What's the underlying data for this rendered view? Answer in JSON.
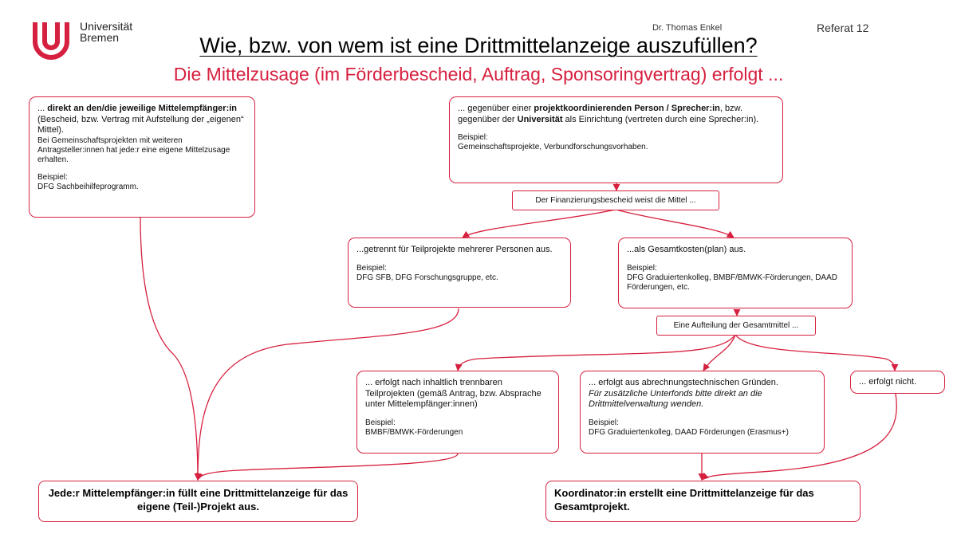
{
  "header": {
    "logo_line1": "Universität",
    "logo_line2": "Bremen",
    "author": "Dr. Thomas Enkel",
    "slide_label": "Referat 12",
    "title": "Wie, bzw. von wem ist eine Drittmittelanzeige auszufüllen?",
    "subtitle": "Die Mittelzusage (im Förderbescheid, Auftrag, Sponsoringvertrag) erfolgt ..."
  },
  "colors": {
    "accent": "#d6203f"
  },
  "boxes": {
    "direct": {
      "prefix": "... ",
      "bold": "direkt an den/die jeweilige Mittelempfänger:in",
      "rest": " (Bescheid, bzw. Vertrag mit Aufstellung der „eigenen“ Mittel).",
      "note": "Bei Gemeinschaftsprojekten mit weiteren Antragsteller:innen hat jede:r eine eigene Mittelzusage erhalten.",
      "example_label": "Beispiel:",
      "example": "DFG Sachbeihilfeprogramm."
    },
    "coord": {
      "part1": "... gegenüber einer ",
      "bold1": "projektkoordinierenden Person / Sprecher:in",
      "part2": ", bzw. gegenüber der ",
      "bold2": "Universität",
      "part3": " als Einrichtung (vertreten durch eine Sprecher:in).",
      "example_label": "Beispiel:",
      "example": "Gemeinschaftsprojekte, Verbundforschungsvorhaben."
    },
    "financing_label": "Der Finanzierungsbescheid weist die Mittel ...",
    "separate": {
      "text": "...getrennt für Teilprojekte mehrerer Personen aus.",
      "example_label": "Beispiel:",
      "example": "DFG SFB, DFG Forschungsgruppe, etc."
    },
    "total": {
      "text": "...als Gesamtkosten(plan) aus.",
      "example_label": "Beispiel:",
      "example": "DFG Graduiertenkolleg, BMBF/BMWK-Förderungen, DAAD Förderungen, etc."
    },
    "split_label": "Eine Aufteilung der Gesamtmittel ...",
    "content": {
      "text": "... erfolgt nach inhaltlich trennbaren Teilprojekten (gemäß Antrag, bzw. Absprache unter Mittelempfänger:innen)",
      "example_label": "Beispiel:",
      "example": "BMBF/BMWK-Förderungen"
    },
    "technical": {
      "text": "... erfolgt aus abrechnungstechnischen Gründen.",
      "italic": "Für zusätzliche Unterfonds bitte direkt an die Drittmittelverwaltung wenden.",
      "example_label": "Beispiel:",
      "example": "DFG Graduiertenkolleg, DAAD Förderungen (Erasmus+)"
    },
    "none": {
      "text": "... erfolgt nicht."
    },
    "final_left": "Jede:r Mittelempfänger:in füllt eine Drittmittelanzeige für das eigene (Teil-)Projekt aus.",
    "final_right": "Koordinator:in erstellt eine Drittmittelanzeige für das Gesamtprojekt."
  }
}
